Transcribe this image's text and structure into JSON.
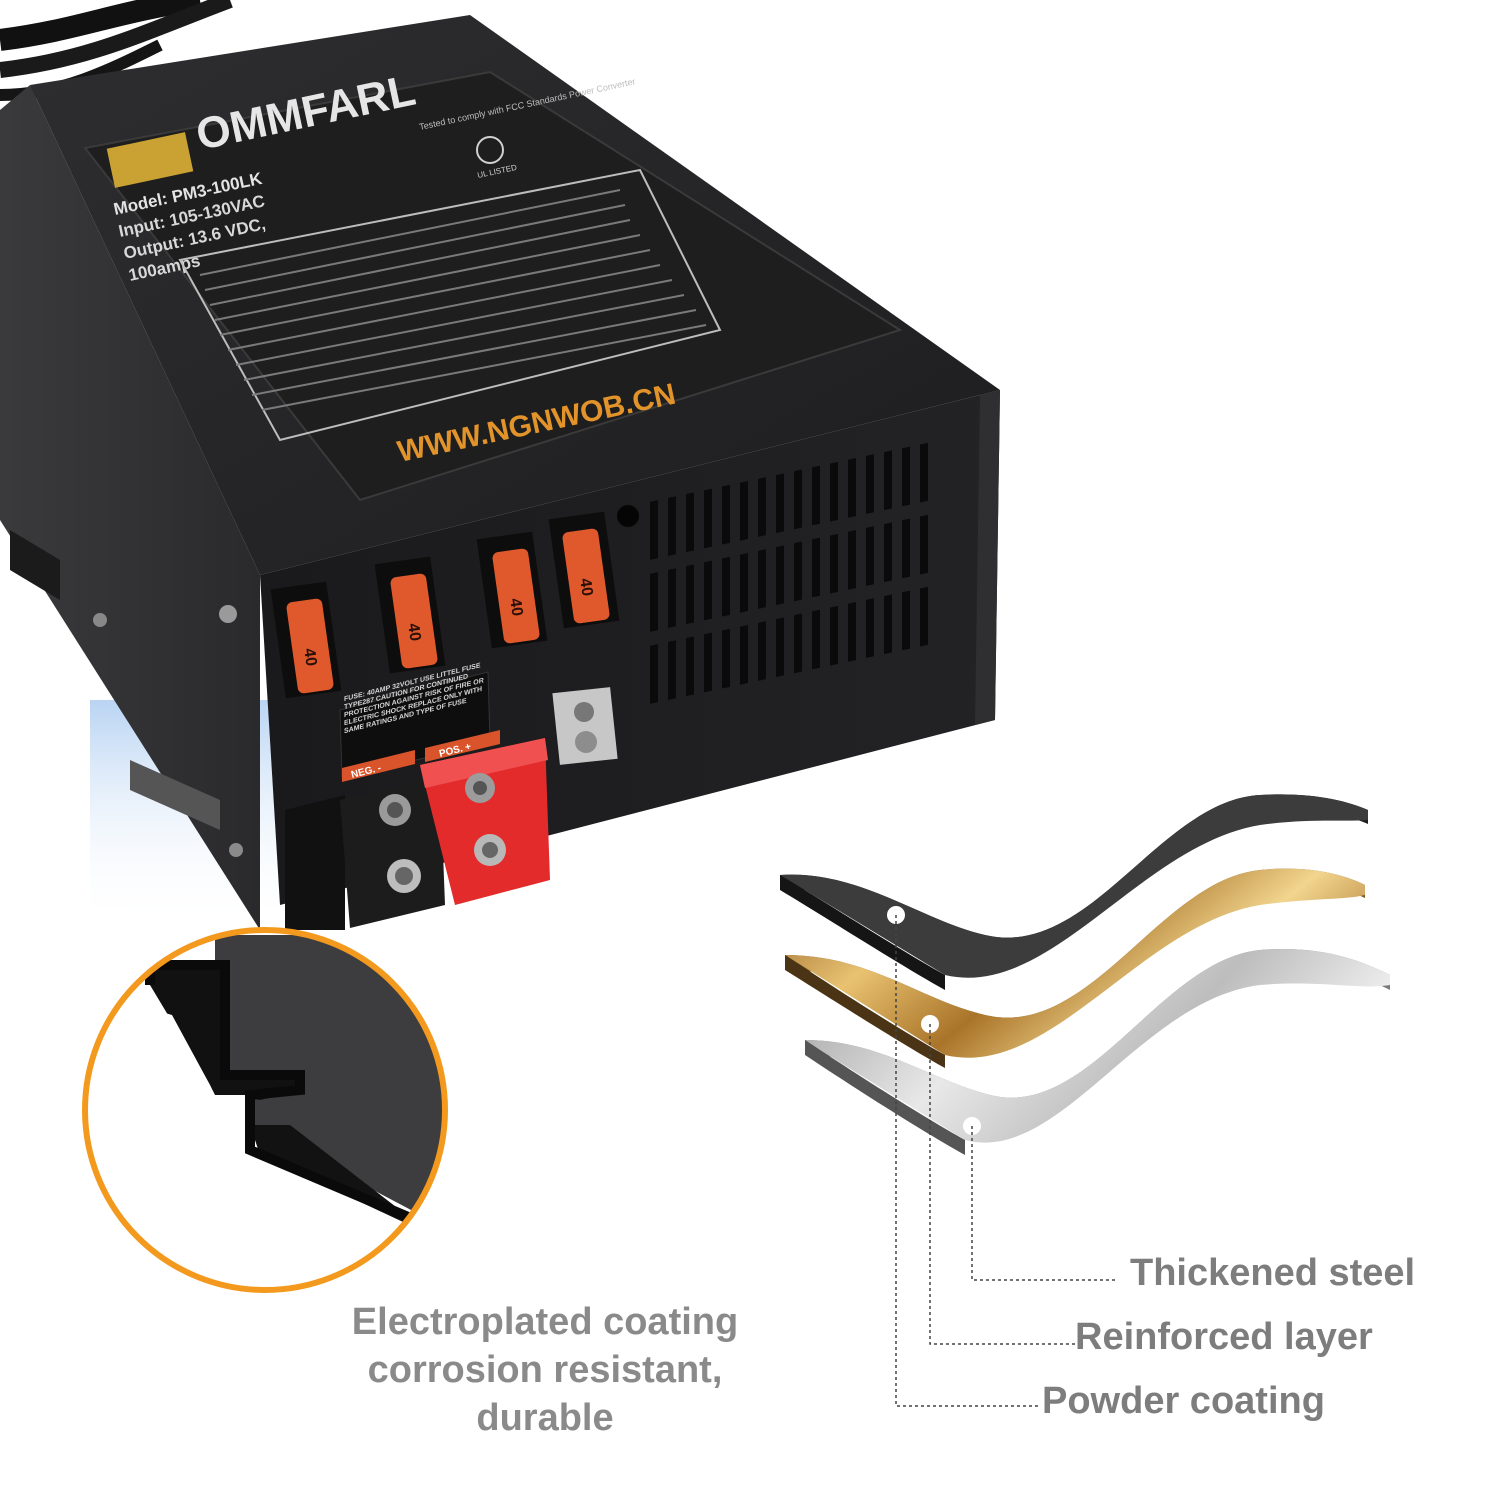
{
  "label": {
    "brand": "OMMFARL",
    "model_line": "Model: PM3-100LK",
    "input_line": "Input: 105-130VAC",
    "output_line": "Output: 13.6 VDC,",
    "amps_line": "100amps",
    "compliance": "Tested to comply with FCC Standards Power Converter",
    "cert": "UL LISTED",
    "website": "WWW.NGNWOB.CN"
  },
  "fuse_panel": {
    "fuse_ratings": [
      "40",
      "40",
      "40",
      "40"
    ],
    "fuse_notice": "FUSE: 40AMP 32VOLT USE LITTEL FUSE TYPE287 CAUTION FOR CONTINUED PROTECTION AGAINST RISK OF FIRE OR ELECTRIC SHOCK REPLACE ONLY WITH SAME RATINGS AND TYPE OF FUSE",
    "neg_label": "NEG. -",
    "pos_label": "POS. +"
  },
  "callout": {
    "caption_lines": [
      "Electroplated coating",
      "corrosion resistant,",
      "durable"
    ],
    "ring_color": "#f39a1e"
  },
  "layers": {
    "thickened_steel": "Thickened steel",
    "reinforced_layer": "Reinforced layer",
    "powder_coating": "Powder coating",
    "colors": {
      "powder": "#3c3c3c",
      "reinforced": "#c9973f",
      "steel": "#cfcfcf"
    }
  }
}
